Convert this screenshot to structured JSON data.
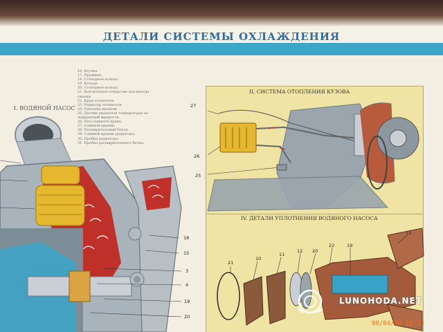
{
  "poster": {
    "title": "ДЕТАЛИ СИСТЕМЫ ОХЛАЖДЕНИЯ",
    "section_1_title": "I. ВОДЯНОЙ НАСОС",
    "section_2_title": "II. СИСТЕМА ОТОПЛЕНИЯ КУЗОВА",
    "section_4_title": "IV. ДЕТАЛИ УПЛОТНЕНИЯ ВОДЯНОГО НАСОСА",
    "legend": [
      "16. Втулка.",
      "17. Пружина.",
      "18. Стопорное кольцо.",
      "19. Кольцо.",
      "20. Стопорное кольцо.",
      "21. Контрольное отверстие для выхода",
      "    смазки.",
      "22. Кран отопителя.",
      "23. Радиатор отопителя.",
      "24. Рукоятка жалюзи.",
      "25. Датчик указателя температуры ох-",
      "    лаждающей жидкости.",
      "26. Пол сливного крана.",
      "27. Сливной краник.",
      "28. Расширительный бачок.",
      "29. Сливной краник радиатора.",
      "30. Пробка радиатора.",
      "31. Пробка расширительного бачка."
    ],
    "callouts_left": [
      "18",
      "15",
      "3",
      "4",
      "19",
      "20"
    ],
    "callouts_section2": [
      "27",
      "26",
      "25"
    ],
    "callouts_section4": [
      "21",
      "10",
      "11",
      "12",
      "20",
      "22",
      "19",
      "13"
    ]
  },
  "watermark": {
    "text": "LUNOHODA.NET",
    "logo_icon": "camera-lens-logo-icon"
  },
  "timestamp": "08/04/10 16:23",
  "colors": {
    "accent_blue": "#3da6c8",
    "title_blue": "#2f6d9a",
    "panel_yellow": "#f0e4a4",
    "part_red": "#c0302a",
    "part_yellow": "#e6b830",
    "engine_gray": "#9aa5ad",
    "timestamp_orange": "#ff6a1a"
  }
}
